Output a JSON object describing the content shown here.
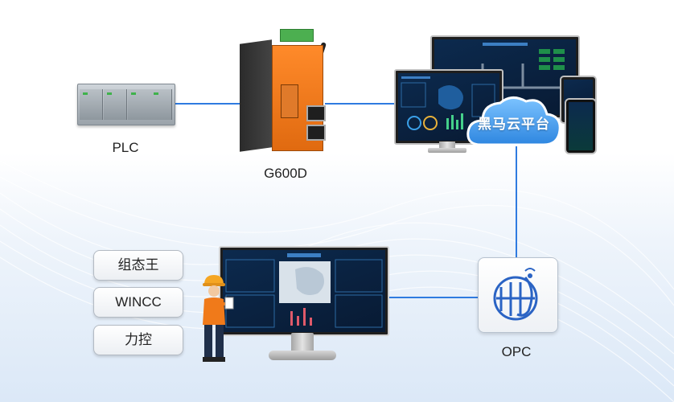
{
  "nodes": {
    "plc": "PLC",
    "gateway": "G600D",
    "cloud": "黑马云平台",
    "opc": "OPC"
  },
  "software": [
    "组态王",
    "WINCC",
    "力控"
  ],
  "colors": {
    "connector": "#2f7be0",
    "device_orange": "#f07a1a",
    "cloud_blue": "#4fa3f0"
  },
  "icons": [
    "plc-icon",
    "gateway-device-icon",
    "monitor-icon",
    "tablet-icon",
    "phone-icon",
    "cloud-icon",
    "opc-icon",
    "worker-icon"
  ]
}
